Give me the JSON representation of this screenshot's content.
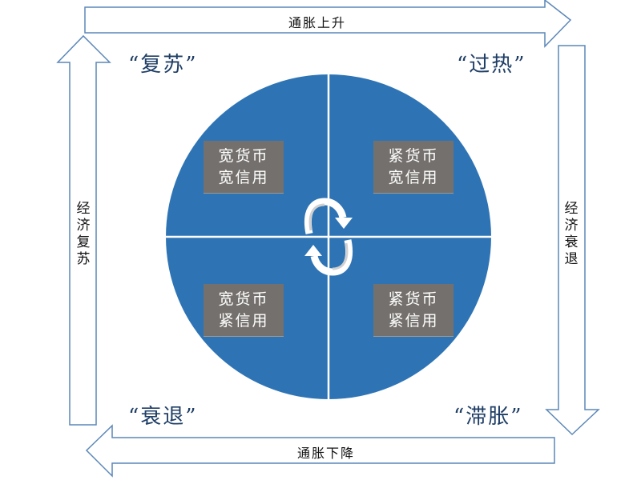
{
  "colors": {
    "circle_fill": "#2E74B5",
    "divider": "#FFFFFF",
    "arrow_stroke": "#5B87B8",
    "box_fill": "#74706D",
    "phase_text": "#1F3E66"
  },
  "arrows": {
    "top": {
      "label": "通胀上升",
      "direction": "right"
    },
    "bottom": {
      "label": "通胀下降",
      "direction": "left"
    },
    "left": {
      "label": "经济复苏",
      "direction": "up"
    },
    "right": {
      "label": "经济衰退",
      "direction": "down"
    }
  },
  "phases": {
    "top_left": "“复苏”",
    "top_right": "“过热”",
    "bottom_left": "“衰退”",
    "bottom_right": "“滞胀”"
  },
  "quadrants": {
    "top_left": {
      "line1": "宽货币",
      "line2": "宽信用"
    },
    "top_right": {
      "line1": "紧货币",
      "line2": "宽信用"
    },
    "bottom_left": {
      "line1": "宽货币",
      "line2": "紧信用"
    },
    "bottom_right": {
      "line1": "紧货币",
      "line2": "紧信用"
    }
  },
  "center_icon": "cycle-arrows-icon"
}
